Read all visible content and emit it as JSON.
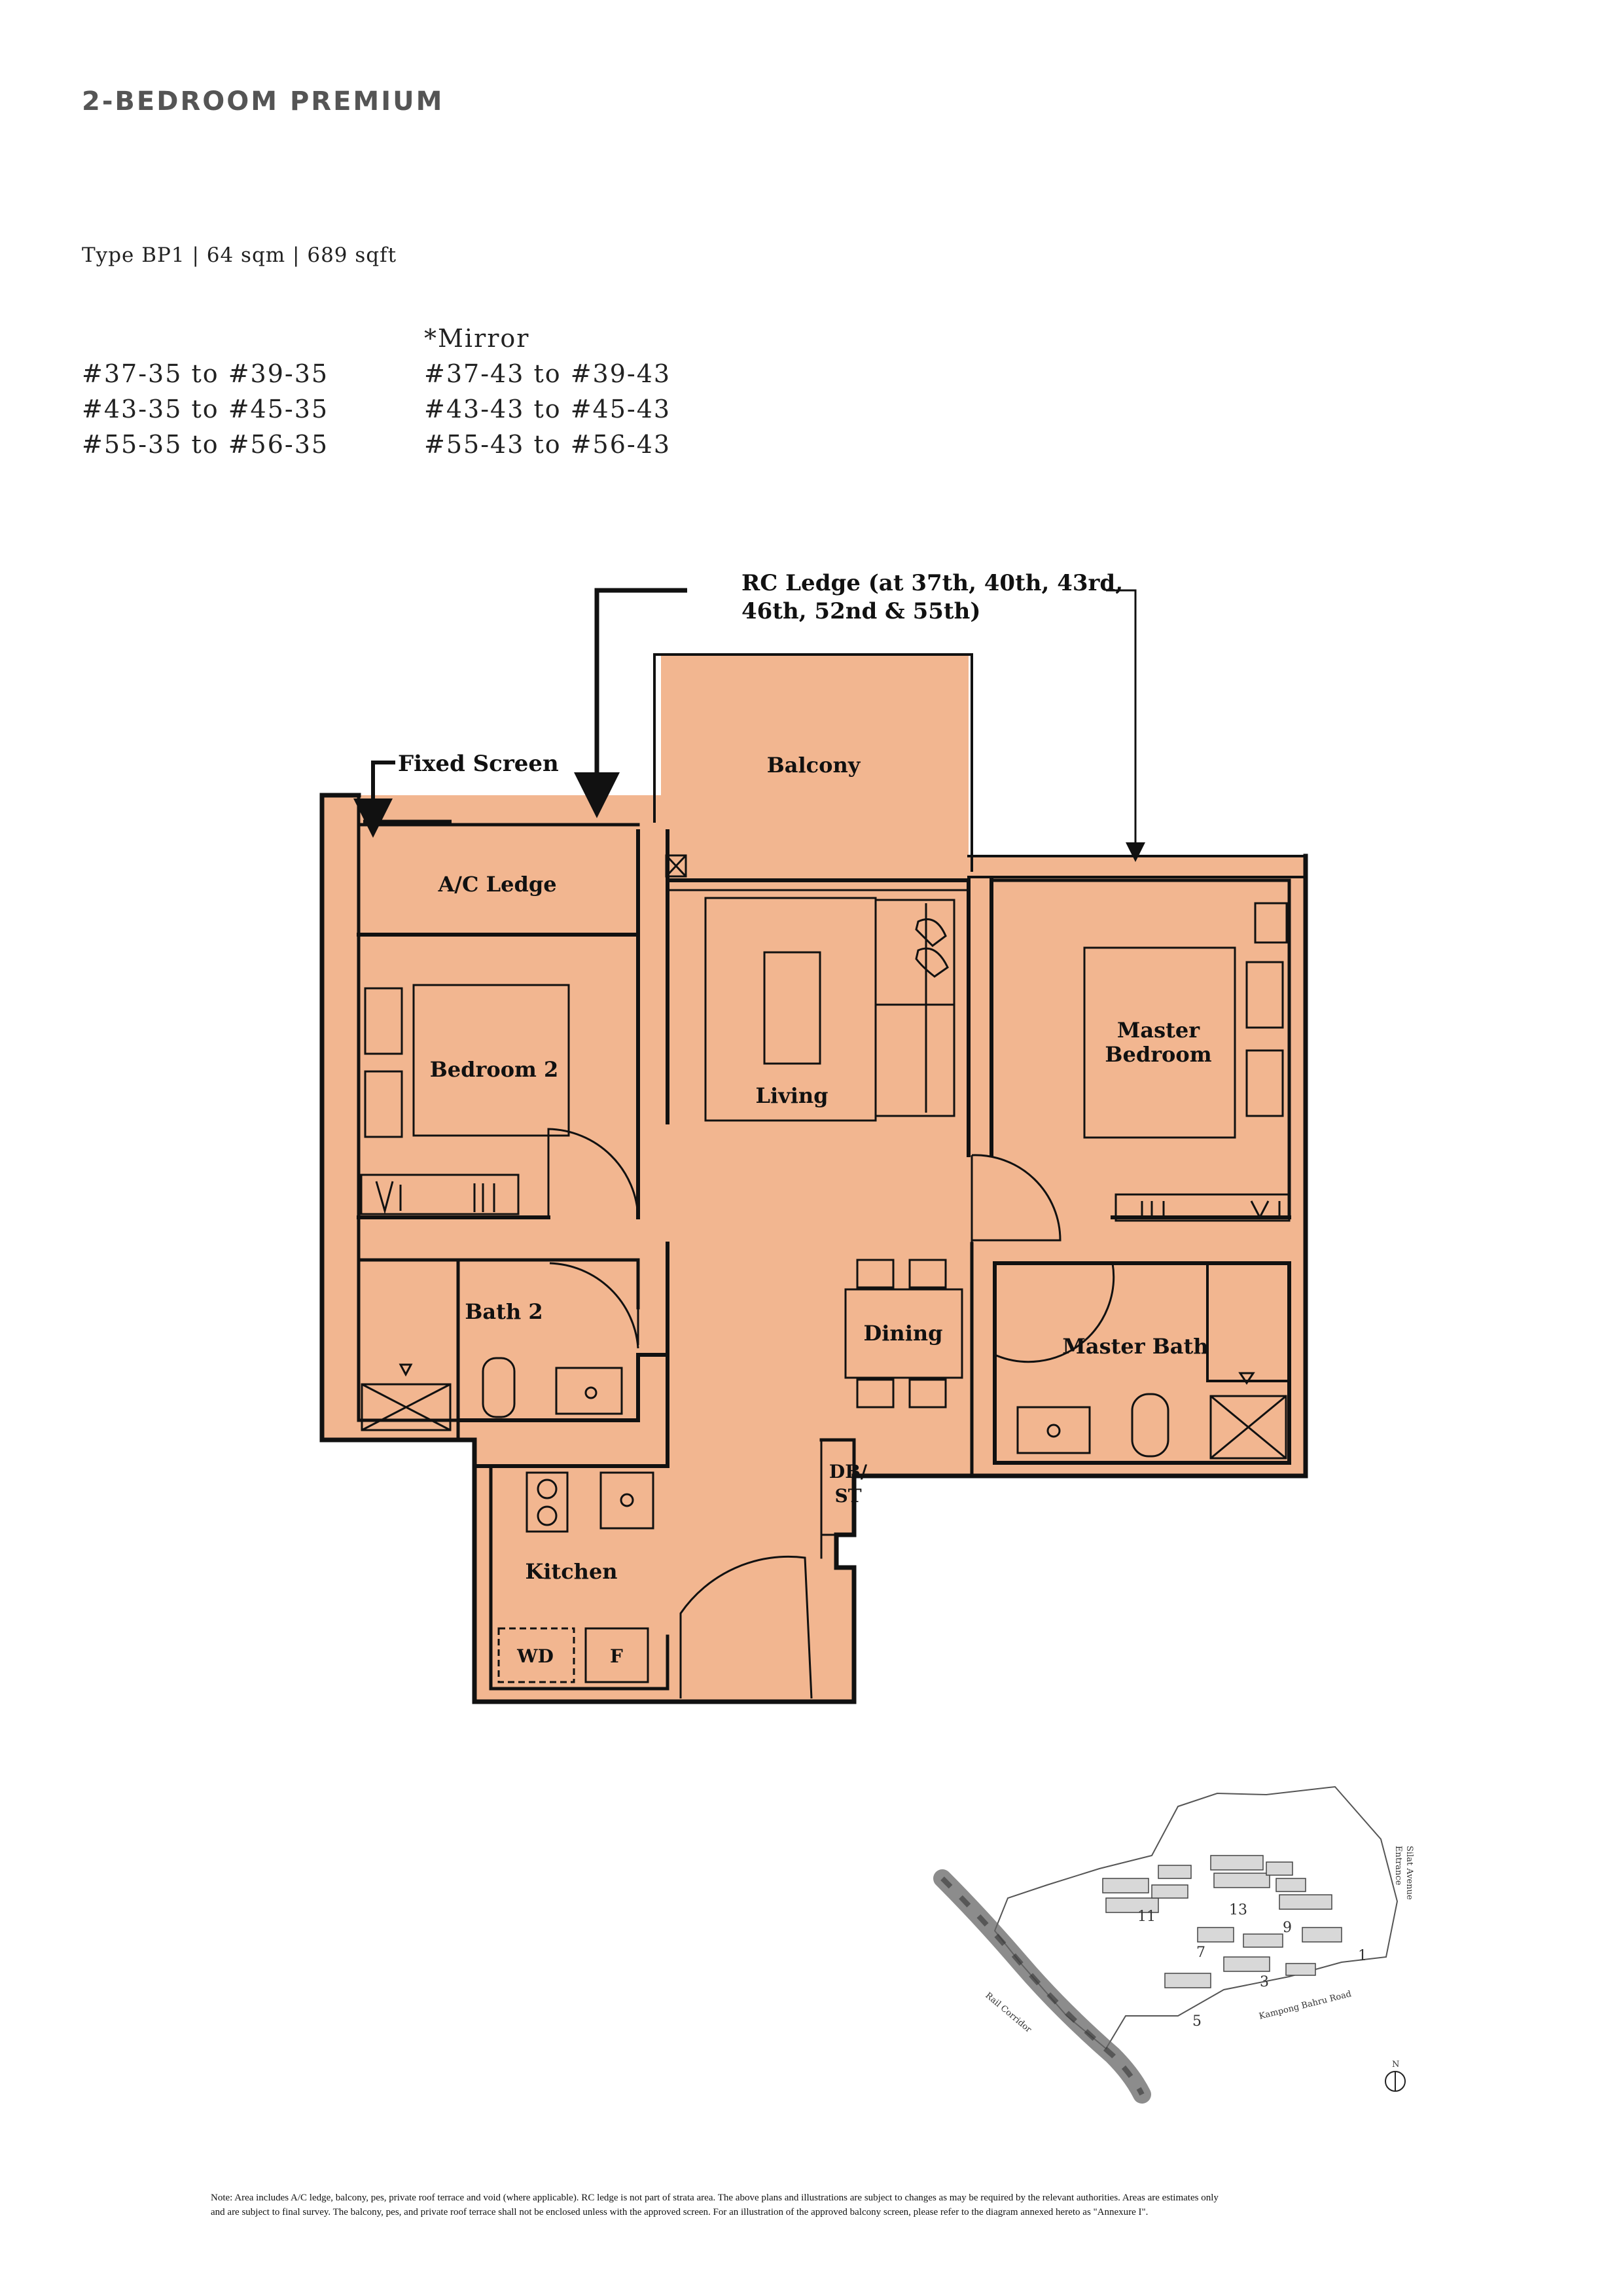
{
  "header": {
    "title": "2-BEDROOM PREMIUM"
  },
  "unit_type": {
    "line": "Type BP1 | 64 sqm | 689 sqft"
  },
  "units": {
    "mirror_label": "*Mirror",
    "standard": [
      "#37-35 to #39-35",
      "#43-35 to #45-35",
      "#55-35 to #56-35"
    ],
    "mirror": [
      "#37-43 to #39-43",
      "#43-43 to #45-43",
      "#55-43 to #56-43"
    ]
  },
  "floorplan": {
    "annotations": {
      "rc_ledge_line1": "RC Ledge (at 37th, 40th, 43rd,",
      "rc_ledge_line2": "46th, 52nd & 55th)",
      "fixed_screen": "Fixed Screen"
    },
    "rooms": {
      "balcony": "Balcony",
      "ac_ledge": "A/C Ledge",
      "bedroom2": "Bedroom 2",
      "living": "Living",
      "master_line1": "Master",
      "master_line2": "Bedroom",
      "bath2": "Bath 2",
      "dining": "Dining",
      "master_bath": "Master Bath",
      "db": "DB/",
      "st": "ST",
      "kitchen": "Kitchen",
      "wd": "WD",
      "fridge": "F"
    },
    "colors": {
      "fill": "#f2b690",
      "wall": "#111111"
    }
  },
  "site_plan": {
    "blocks": [
      "11",
      "13",
      "7",
      "9",
      "1",
      "3",
      "5"
    ],
    "labels": {
      "rail": "Rail Corridor",
      "road": "Kampong Bahru Road",
      "avenue_line1": "Silat Avenue",
      "avenue_line2": "Entrance"
    },
    "north": "N"
  },
  "footer": {
    "note_line1": "Note: Area includes A/C ledge, balcony, pes, private roof terrace and void (where applicable). RC ledge is not part of strata area. The above plans and illustrations are subject to changes as may be required by the relevant authorities. Areas are estimates only",
    "note_line2": "and are subject to final survey. The balcony, pes, and private roof terrace shall not be enclosed unless with the approved screen. For an illustration of the approved balcony screen, please refer to the diagram annexed hereto as \"Annexure I\"."
  }
}
